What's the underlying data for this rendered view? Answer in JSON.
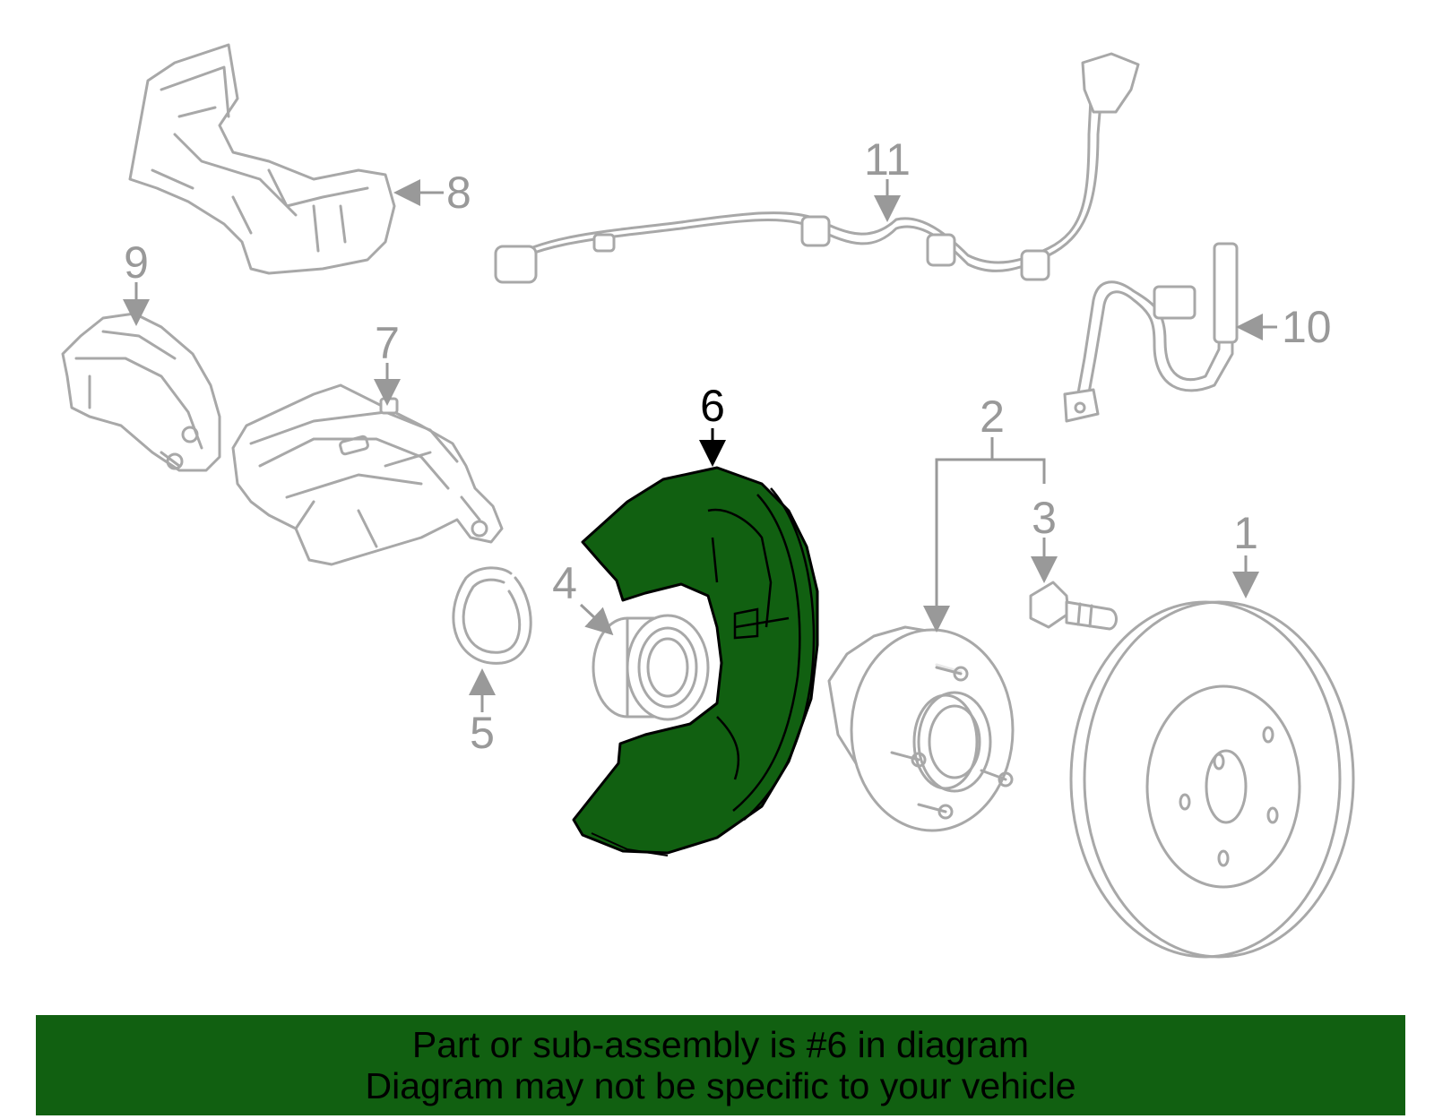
{
  "callouts": {
    "c1": "1",
    "c2": "2",
    "c3": "3",
    "c4": "4",
    "c5": "5",
    "c6": "6",
    "c7": "7",
    "c8": "8",
    "c9": "9",
    "c10": "10",
    "c11": "11"
  },
  "highlighted_part": "6",
  "colors": {
    "highlight": "#116011",
    "outline": "#a8a8a8",
    "label": "#999999"
  },
  "banner": {
    "line1": "Part or sub-assembly is #6 in diagram",
    "line2": "Diagram may not be specific to your vehicle"
  }
}
